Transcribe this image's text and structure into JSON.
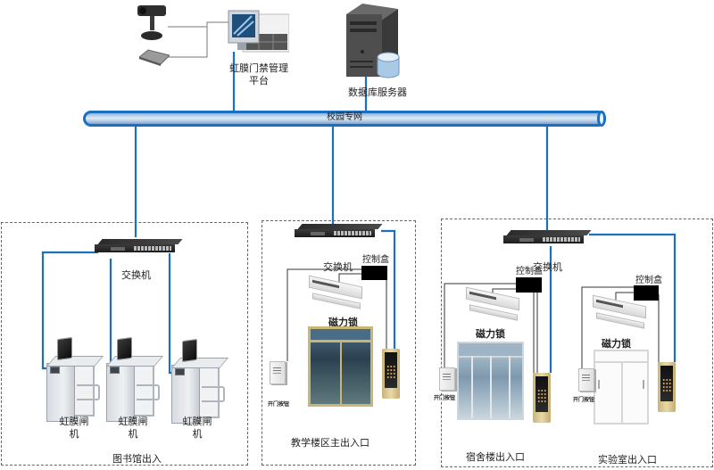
{
  "diagram": {
    "title": "虹膜门禁系统拓扑",
    "colors": {
      "network_line": "#1b6fbf",
      "signal_line": "#333333",
      "zone_border": "#666666"
    },
    "top": {
      "platform_label_line1": "虹膜门禁管理",
      "platform_label_line2": "平台",
      "db_server_label": "数据库服务器",
      "devices": [
        "iris-camera-icon",
        "card-reader-icon",
        "workstation-icon",
        "server-icon",
        "database-icon"
      ]
    },
    "backbone": {
      "label": "校园专网"
    },
    "zones": [
      {
        "id": "library",
        "title": "图书馆出入",
        "switch_label": "交换机",
        "gates": [
          {
            "label_line1": "虹膜闸",
            "label_line2": "机"
          },
          {
            "label_line1": "虹膜闸",
            "label_line2": "机"
          },
          {
            "label_line1": "虹膜闸",
            "label_line2": "机"
          }
        ]
      },
      {
        "id": "teaching",
        "title": "教学楼区主出入口",
        "switch_label": "交换机",
        "controller_label": "控制盒",
        "maglock_label": "磁力锁",
        "exit_button_label": "开门按钮"
      },
      {
        "id": "dorm",
        "title": "宿舍楼出入口",
        "switch_label": "交换机",
        "controller_label": "控制盒",
        "maglock_label": "磁力锁",
        "exit_button_label": "开门按钮"
      },
      {
        "id": "lab",
        "title": "实验室出入口",
        "controller_label": "控制盒",
        "maglock_label": "磁力锁",
        "exit_button_label": "开门按钮"
      }
    ]
  }
}
